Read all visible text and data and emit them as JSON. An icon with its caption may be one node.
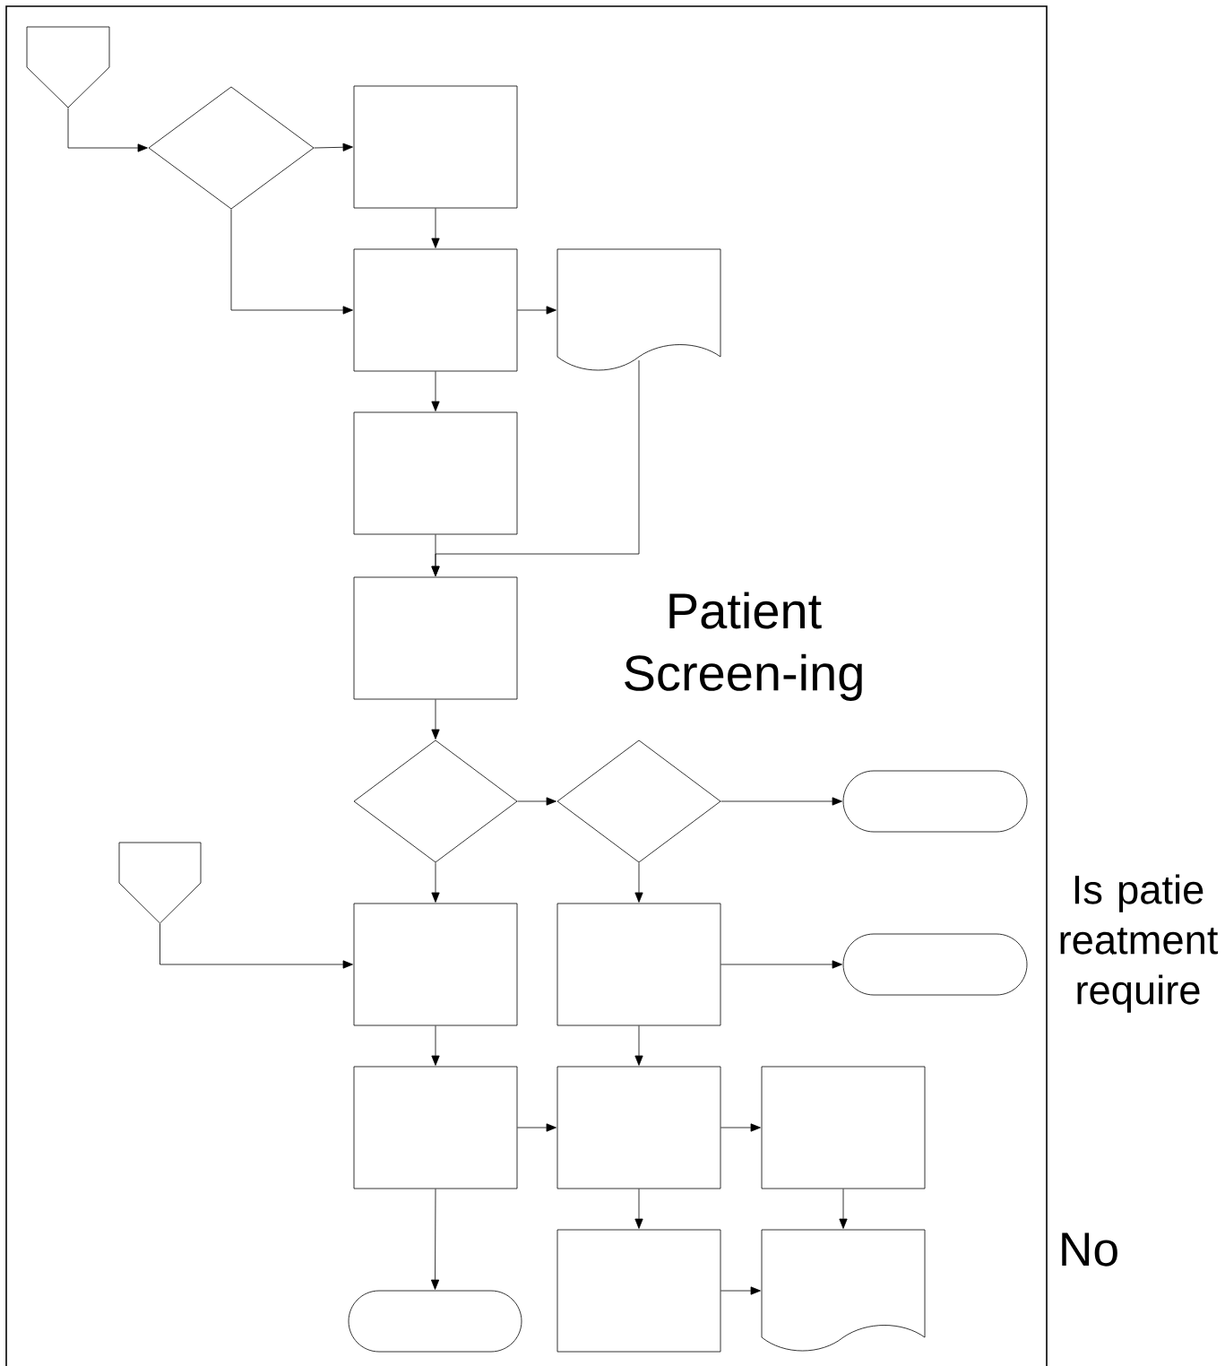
{
  "diagram": {
    "nodes": [
      {
        "text": [],
        "shape": "pentagon"
      },
      {
        "text": [],
        "shape": "diamond"
      },
      {
        "text": [],
        "shape": "box"
      },
      {
        "text": [],
        "shape": "box"
      },
      {
        "text": [],
        "shape": "document"
      },
      {
        "text": [],
        "shape": "box"
      },
      {
        "text": [],
        "shape": "box"
      },
      {
        "text": [],
        "shape": "diamond"
      },
      {
        "text": [],
        "shape": "diamond"
      },
      {
        "text": [],
        "shape": "stadium"
      },
      {
        "text": [],
        "shape": "pentagon"
      },
      {
        "text": [],
        "shape": "box"
      },
      {
        "text": [],
        "shape": "box"
      },
      {
        "text": [],
        "shape": "stadium"
      },
      {
        "text": [],
        "shape": "box"
      },
      {
        "text": [],
        "shape": "box"
      },
      {
        "text": [],
        "shape": "box"
      },
      {
        "text": [],
        "shape": "stadium"
      },
      {
        "text": [],
        "shape": "box"
      },
      {
        "text": [],
        "shape": "document"
      }
    ],
    "edges": [
      {
        "from": 0,
        "to": 1,
        "arrow": "to"
      },
      {
        "from": 1,
        "to": 2,
        "arrow": "to"
      },
      {
        "from": 1,
        "to": 3,
        "arrow": "to"
      },
      {
        "from": 2,
        "to": 3,
        "arrow": "to"
      },
      {
        "from": 3,
        "to": 4,
        "arrow": "to"
      },
      {
        "from": 3,
        "to": 5,
        "arrow": "to"
      },
      {
        "from": 5,
        "to": 6,
        "arrow": "to"
      },
      {
        "from": 4,
        "to": 6,
        "arrow": "to"
      },
      {
        "from": 6,
        "to": 7,
        "arrow": "to"
      },
      {
        "from": 7,
        "to": 8,
        "arrow": "to"
      },
      {
        "from": 8,
        "to": 9,
        "arrow": "to"
      },
      {
        "from": 7,
        "to": 11,
        "arrow": "to"
      },
      {
        "from": 8,
        "to": 12,
        "arrow": "to"
      },
      {
        "from": 10,
        "to": 11,
        "arrow": "to"
      },
      {
        "from": 12,
        "to": 13,
        "arrow": "to"
      },
      {
        "from": 11,
        "to": 14,
        "arrow": "to"
      },
      {
        "from": 12,
        "to": 15,
        "arrow": "to"
      },
      {
        "from": 14,
        "to": 15,
        "arrow": "to"
      },
      {
        "from": 15,
        "to": 16,
        "arrow": "to"
      },
      {
        "from": 14,
        "to": 17,
        "arrow": "to"
      },
      {
        "from": 15,
        "to": 18,
        "arrow": "to"
      },
      {
        "from": 16,
        "to": 19,
        "arrow": "to"
      },
      {
        "from": 18,
        "to": 19,
        "arrow": "to"
      }
    ],
    "labels": [
      "Patient Screen-ing",
      "Is patie reatment require",
      "No"
    ]
  }
}
